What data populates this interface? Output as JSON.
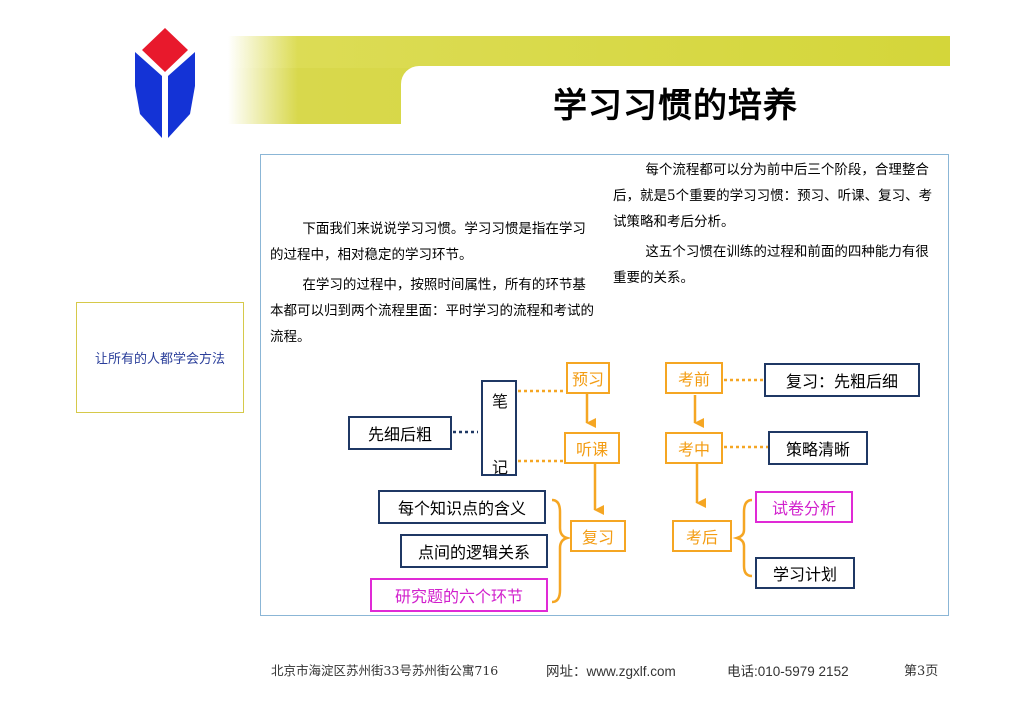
{
  "header": {
    "title": "学习习惯的培养",
    "logo_colors": {
      "top": "#e8192c",
      "sides": "#1433d6",
      "band": "#d4d63a"
    }
  },
  "sidebar": {
    "tagline": "让所有的人都学会方法"
  },
  "content": {
    "left_paragraphs": [
      "下面我们来说说学习习惯。学习习惯是指在学习的过程中，相对稳定的学习环节。",
      "在学习的过程中，按照时间属性，所有的环节基本都可以归到两个流程里面：平时学习的流程和考试的流程。"
    ],
    "right_paragraphs": [
      "每个流程都可以分为前中后三个阶段，合理整合后，就是5个重要的学习习惯：预习、听课、复习、考试策略和考后分析。",
      "这五个习惯在训练的过程和前面的四种能力有很重要的关系。"
    ]
  },
  "diagram": {
    "study_flow": {
      "preview": "预习",
      "lecture": "听课",
      "review": "复习"
    },
    "exam_flow": {
      "before": "考前",
      "during": "考中",
      "after": "考后"
    },
    "notes": {
      "top_char": "笔",
      "bottom_char": "记",
      "method": "先细后粗"
    },
    "exam_notes": {
      "before_note": "复习：先粗后细",
      "during_note": "策略清晰",
      "after_items": [
        "试卷分析",
        "学习计划"
      ]
    },
    "review_items": [
      "每个知识点的含义",
      "点间的逻辑关系",
      "研究题的六个环节"
    ],
    "colors": {
      "navy": "#1f3864",
      "orange": "#f5a623",
      "magenta": "#e02ad6"
    }
  },
  "footer": {
    "address": "北京市海淀区苏州街33号苏州街公寓716",
    "website": "网址：www.zgxlf.com",
    "phone": "电话:010-5979 2152",
    "page": "第3页"
  }
}
